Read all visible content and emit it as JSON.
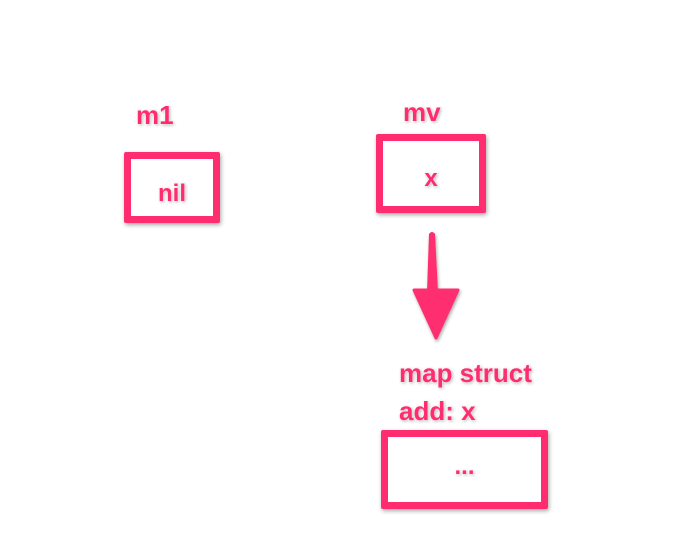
{
  "diagram": {
    "accent_color": "#ff2d6f",
    "nodes": [
      {
        "id": "m1",
        "label": "m1",
        "content": "nil"
      },
      {
        "id": "mv",
        "label": "mv",
        "content": "x"
      },
      {
        "id": "map-struct",
        "title": "map struct",
        "field": "add: x",
        "content": "..."
      }
    ],
    "edges": [
      {
        "from": "mv",
        "to": "map-struct",
        "style": "solid-arrow"
      }
    ]
  }
}
